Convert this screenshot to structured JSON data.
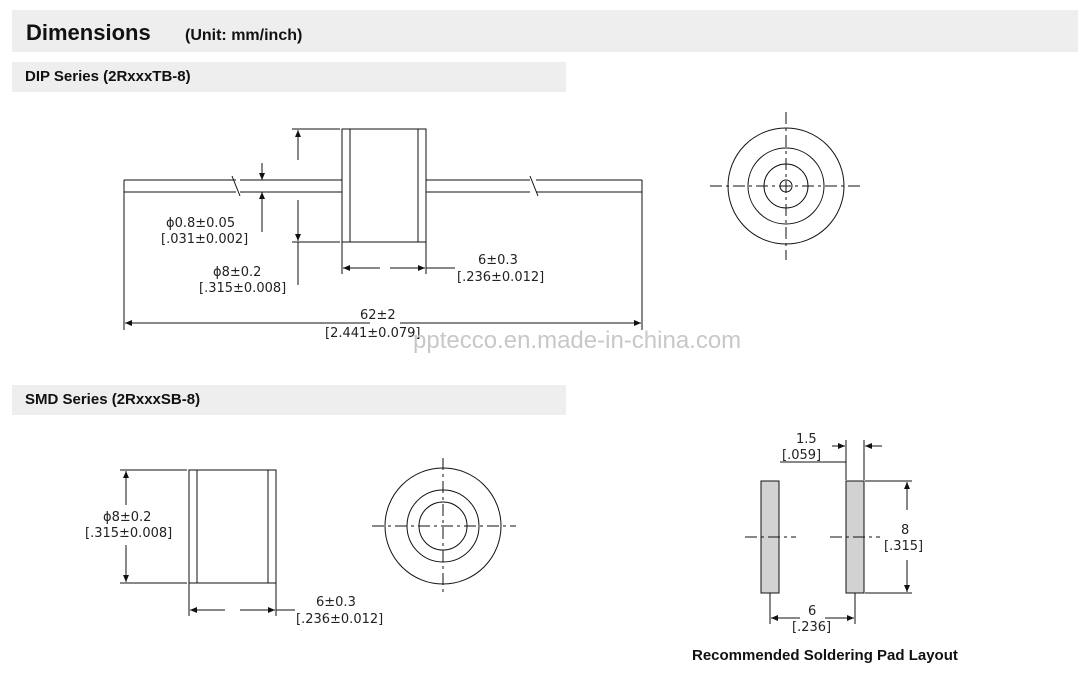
{
  "header": {
    "title": "Dimensions",
    "unit": "(Unit: mm/inch)"
  },
  "dip": {
    "heading": "DIP Series (2RxxxTB-8)",
    "lead_dia": "ϕ0.8±0.05",
    "lead_dia_in": "[.031±0.002]",
    "body_dia": "ϕ8±0.2",
    "body_dia_in": "[.315±0.008]",
    "body_len": "6±0.3",
    "body_len_in": "[.236±0.012]",
    "total_len": "62±2",
    "total_len_in": "[2.441±0.079]"
  },
  "watermark": "pptecco.en.made-in-china.com",
  "smd": {
    "heading": "SMD Series (2RxxxSB-8)",
    "body_dia": "ϕ8±0.2",
    "body_dia_in": "[.315±0.008]",
    "body_len": "6±0.3",
    "body_len_in": "[.236±0.012]"
  },
  "pad": {
    "width": "1.5",
    "width_in": "[.059]",
    "height": "8",
    "height_in": "[.315]",
    "pitch": "6",
    "pitch_in": "[.236]",
    "caption": "Recommended Soldering Pad Layout"
  }
}
